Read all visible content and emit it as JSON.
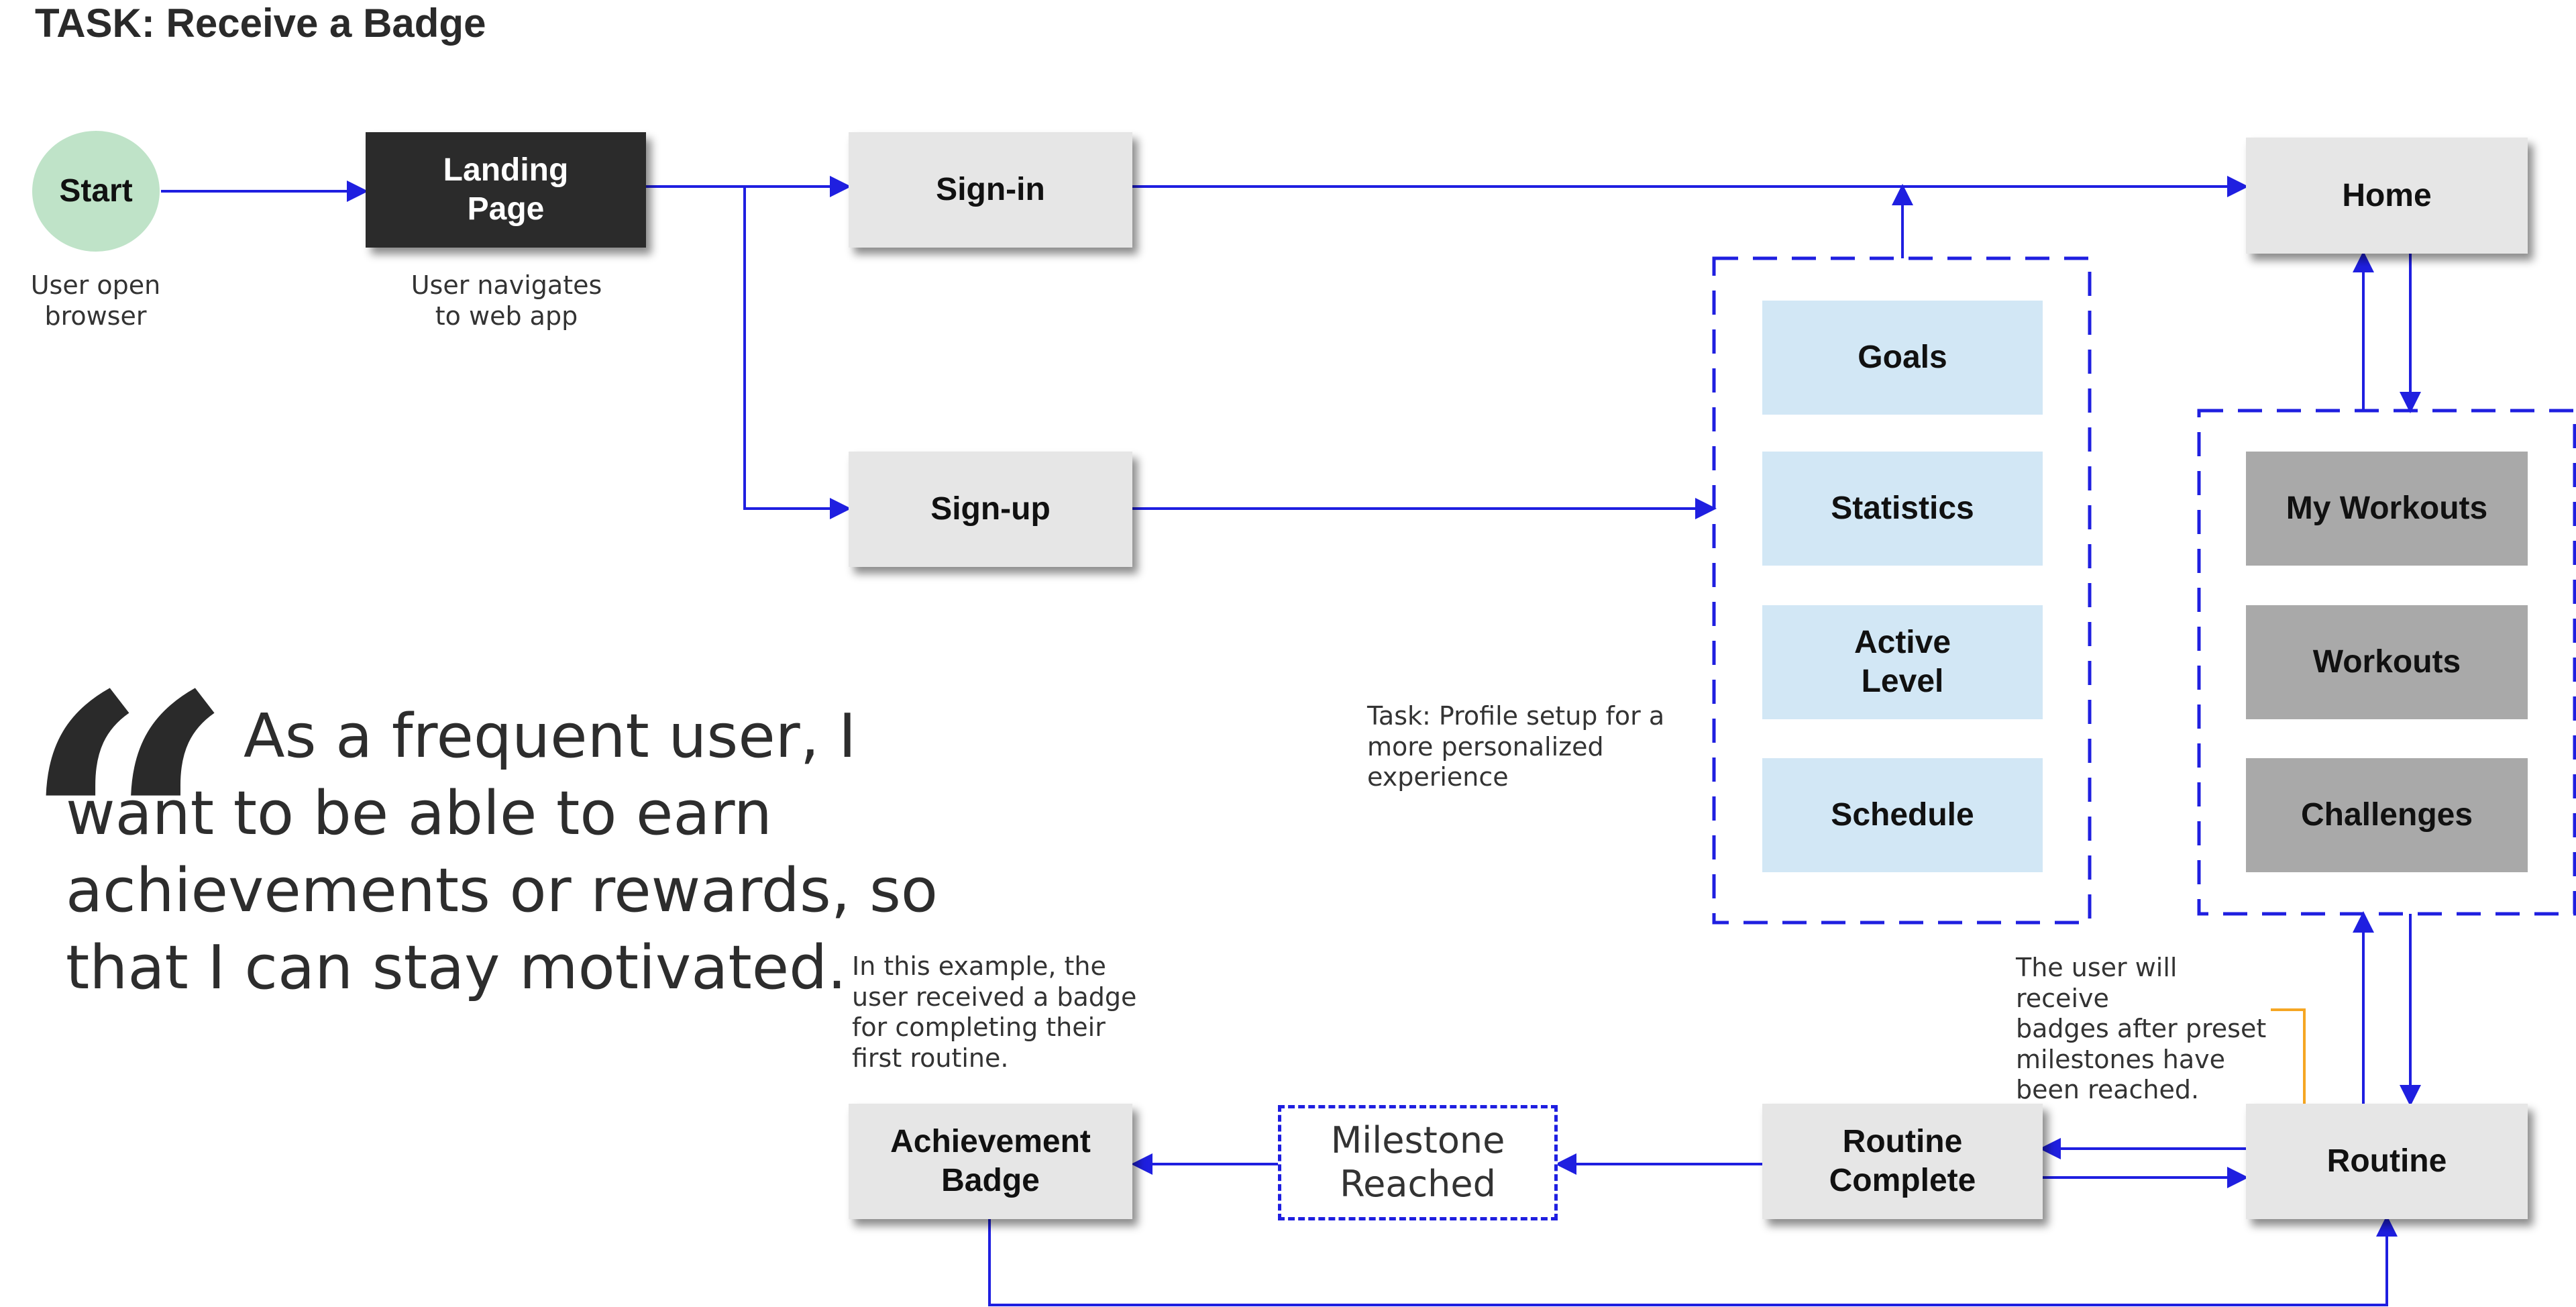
{
  "task_title": "TASK: Receive a Badge",
  "nodes": {
    "start": "Start",
    "landing_page": "Landing\nPage",
    "sign_in": "Sign-in",
    "sign_up": "Sign-up",
    "home": "Home",
    "goals": "Goals",
    "statistics": "Statistics",
    "active_level": "Active\nLevel",
    "schedule": "Schedule",
    "my_workouts": "My Workouts",
    "workouts": "Workouts",
    "challenges": "Challenges",
    "routine": "Routine",
    "routine_complete": "Routine\nComplete",
    "milestone_reached": "Milestone\nReached",
    "achievement_badge": "Achievement\nBadge"
  },
  "captions": {
    "start": "User open\nbrowser",
    "landing_page": "User navigates\nto web app",
    "profile_task": "Task: Profile setup for a\n         more personalized\n         experience",
    "badge_example": "In this example, the\nuser received a badge\nfor  completing their\nfirst routine.",
    "badge_milestones": "The user will receive\nbadges after preset\nmilestones have\nbeen reached."
  },
  "quote": {
    "mark": "“",
    "text": "As a frequent user, I want to be able to earn achievements or rewards, so that I can stay motivated."
  },
  "colors": {
    "connector": "#1f1fe0",
    "callout": "#f5a623",
    "start_fill": "#bfe3c8",
    "landing_fill": "#2b2b2b",
    "node_fill": "#e6e6e6",
    "profile_fill": "#d2e7f5",
    "menu_fill": "#a9a9a9"
  }
}
